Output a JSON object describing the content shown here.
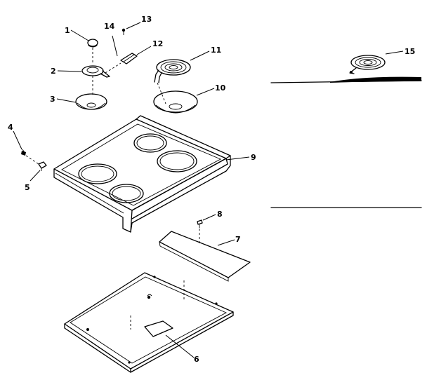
{
  "callouts": {
    "c1": "1",
    "c2": "2",
    "c3": "3",
    "c4": "4",
    "c5": "5",
    "c6": "6",
    "c7": "7",
    "c8": "8",
    "c9": "9",
    "c10": "10",
    "c11": "11",
    "c12": "12",
    "c13": "13",
    "c14": "14",
    "c15": "15"
  },
  "colors": {
    "ink": "#000000",
    "paper": "#ffffff"
  }
}
